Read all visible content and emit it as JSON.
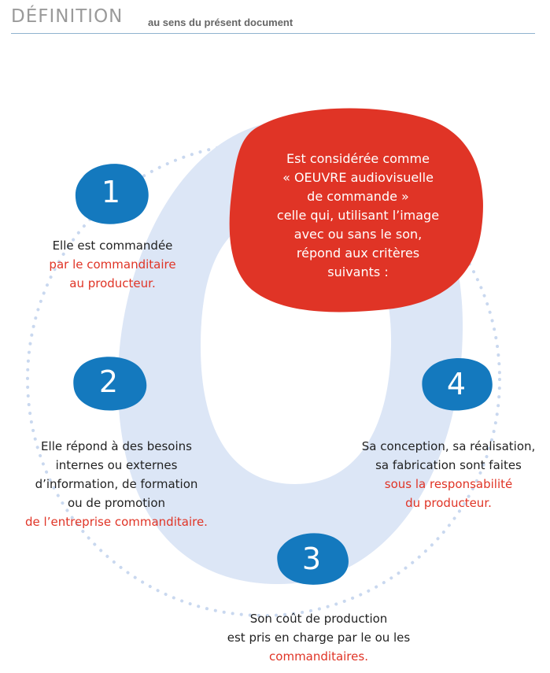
{
  "header": {
    "title": "DÉFINITION",
    "subtitle": "au sens du présent document"
  },
  "center": {
    "lines": [
      "Est considérée comme",
      "« OEUVRE audiovisuelle",
      "de commande »",
      "celle qui, utilisant l’image",
      "avec ou sans le son,",
      "répond aux critères",
      "suivants :"
    ]
  },
  "criteria": [
    {
      "number": "1",
      "lines": [
        "Elle est commandée"
      ],
      "highlight": [
        "par le commanditaire",
        "au producteur."
      ]
    },
    {
      "number": "2",
      "lines": [
        "Elle répond à des besoins",
        "internes ou externes",
        "d’information, de formation",
        "ou de promotion"
      ],
      "highlight": [
        "de l’entreprise commanditaire."
      ]
    },
    {
      "number": "3",
      "lines": [
        "Son coût de production",
        "est pris en charge par le ou les"
      ],
      "highlight": [
        "commanditaires."
      ]
    },
    {
      "number": "4",
      "lines": [
        "Sa conception, sa réalisation,",
        "sa fabrication sont faites"
      ],
      "highlight": [
        "sous la responsabilité",
        "du producteur."
      ]
    }
  ],
  "colors": {
    "ring": "#dce6f6",
    "dots": "#c9d8ef",
    "blob_red": "#e03426",
    "badge_blue": "#1479be",
    "highlight_text": "#e03426",
    "header_rule": "#8fb3cf"
  }
}
